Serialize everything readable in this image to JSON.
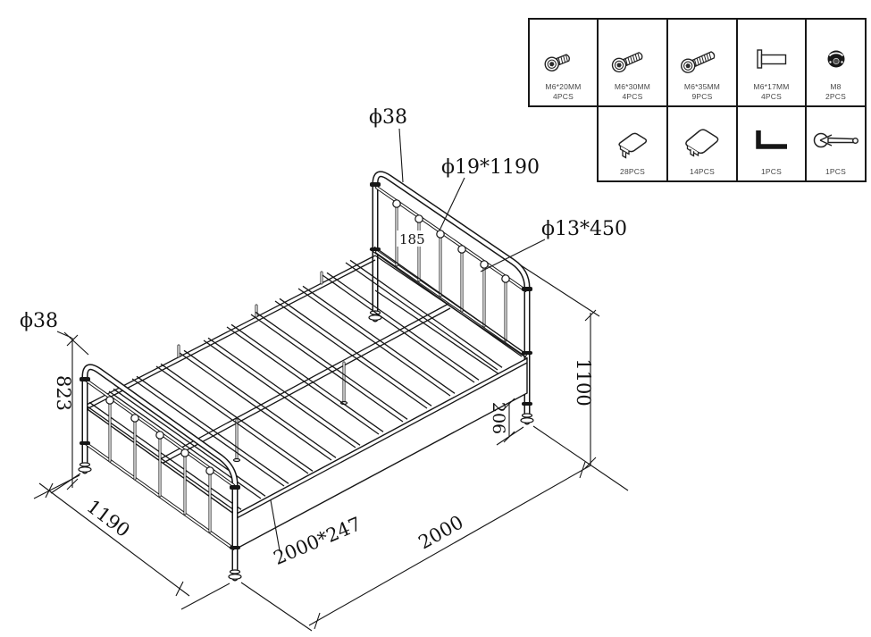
{
  "page": {
    "background": "#ffffff",
    "line_color": "#161616",
    "description": "Metal bed frame assembly technical drawing with hardware list"
  },
  "dimensions": {
    "dia38_top": "ϕ38",
    "dia19_rail": "ϕ19*1190",
    "dia13_spindle": "ϕ13*450",
    "spindle_spacing": "185",
    "dia38_left": "ϕ38",
    "footboard_height": "823",
    "headboard_height": "1100",
    "rail_clearance": "206",
    "bed_width": "1190",
    "slat_deck": "2000*247",
    "bed_length": "2000"
  },
  "hardware_table": {
    "row1": [
      {
        "name": "M6*20MM",
        "qty": "4PCS",
        "icon": "screw-short"
      },
      {
        "name": "M6*30MM",
        "qty": "4PCS",
        "icon": "screw-medium"
      },
      {
        "name": "M6*35MM",
        "qty": "9PCS",
        "icon": "screw-long"
      },
      {
        "name": "M6*17MM",
        "qty": "4PCS",
        "icon": "barrel-bolt"
      },
      {
        "name": "M8",
        "qty": "2PCS",
        "icon": "cap-nut"
      }
    ],
    "row2": [
      {
        "qty": "28PCS",
        "icon": "plastic-cap-small"
      },
      {
        "qty": "14PCS",
        "icon": "plastic-cap-large"
      },
      {
        "qty": "1PCS",
        "icon": "allen-key"
      },
      {
        "qty": "1PCS",
        "icon": "wrench"
      }
    ]
  }
}
